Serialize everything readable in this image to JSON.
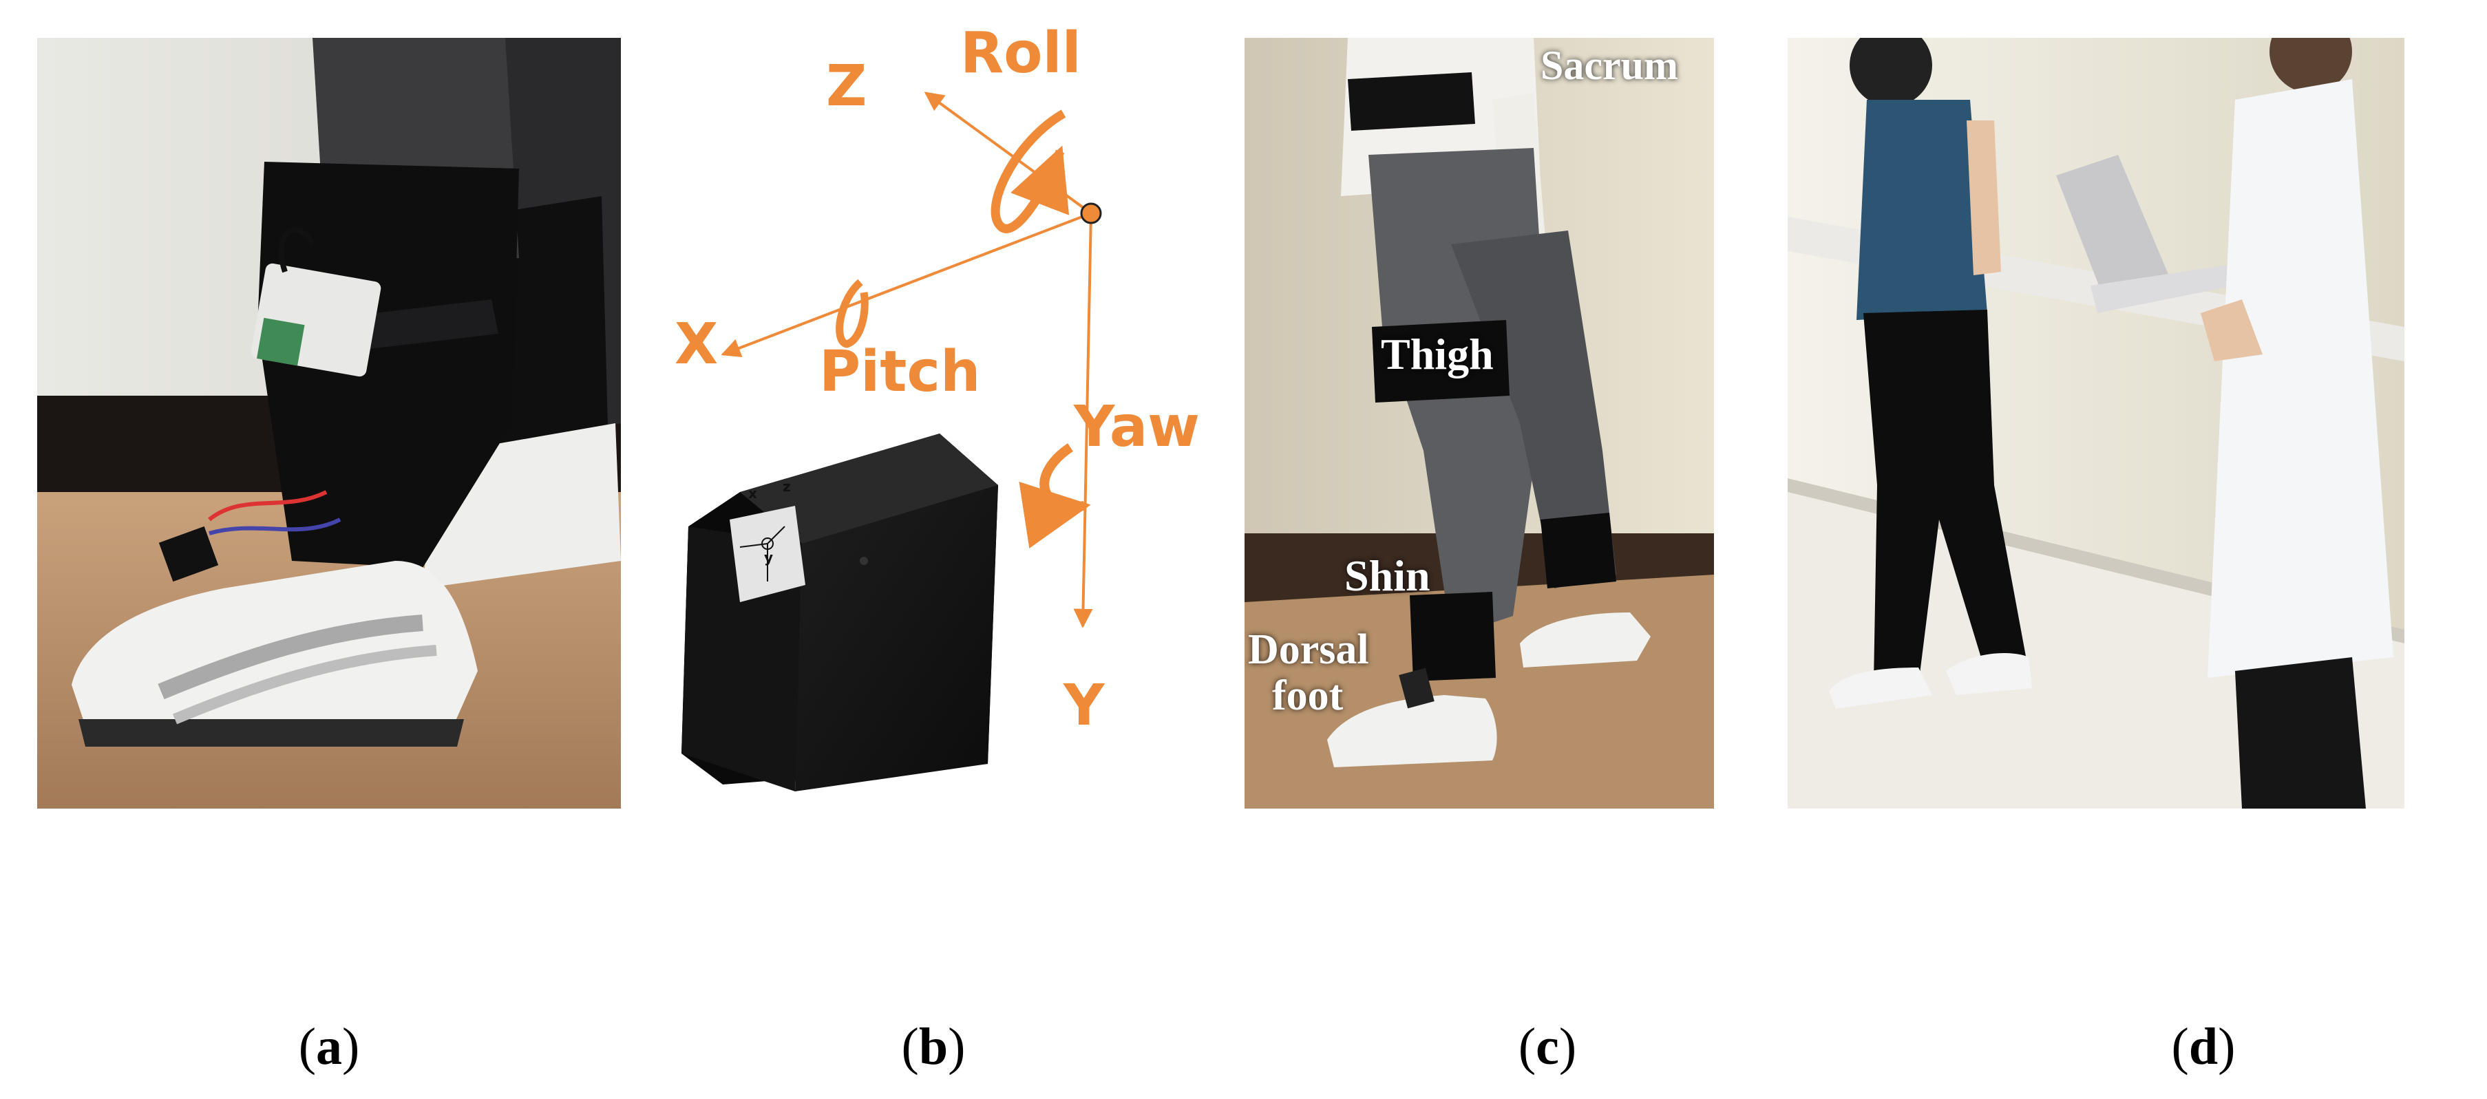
{
  "captions": {
    "a": "a",
    "b": "b",
    "c": "c",
    "d": "d"
  },
  "axes": {
    "z": "Z",
    "x": "X",
    "y": "Y",
    "roll": "Roll",
    "pitch": "Pitch",
    "yaw": "Yaw"
  },
  "sensor_locations": {
    "sacrum": "Sacrum",
    "thigh": "Thigh",
    "shin": "Shin",
    "dorsal": "Dorsal",
    "foot": "foot"
  },
  "sensor_face_axes": {
    "x": "x",
    "z": "z",
    "y": "y"
  },
  "colors": {
    "axis_orange": "#ee8a38",
    "sensor_black": "#141414",
    "strap_black": "#0e0e0e",
    "shoe_white": "#f1f1ef",
    "floor_tan": "#bd9570"
  }
}
